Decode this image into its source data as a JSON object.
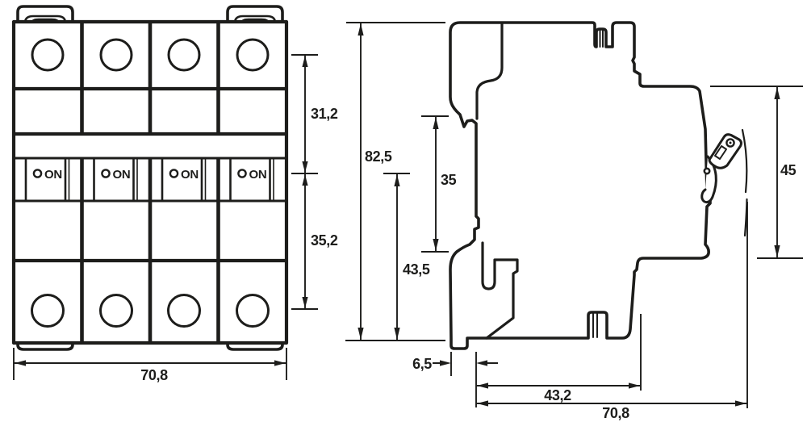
{
  "drawing": {
    "background": "#ffffff",
    "line_color": "#1d1d1b",
    "front_view": {
      "on_label": "ON",
      "pole_count": 4,
      "dim_upper_height": "31,2",
      "dim_lower_height": "35,2",
      "dim_overall_width": "70,8"
    },
    "side_view": {
      "dim_overall_height": "82,5",
      "dim_rail_section": "35",
      "dim_base_to_handle": "43,5",
      "dim_front_projection": "45",
      "dim_back_offset": "6,5",
      "dim_depth_to_recess": "43,2",
      "dim_overall_depth": "70,8"
    }
  }
}
